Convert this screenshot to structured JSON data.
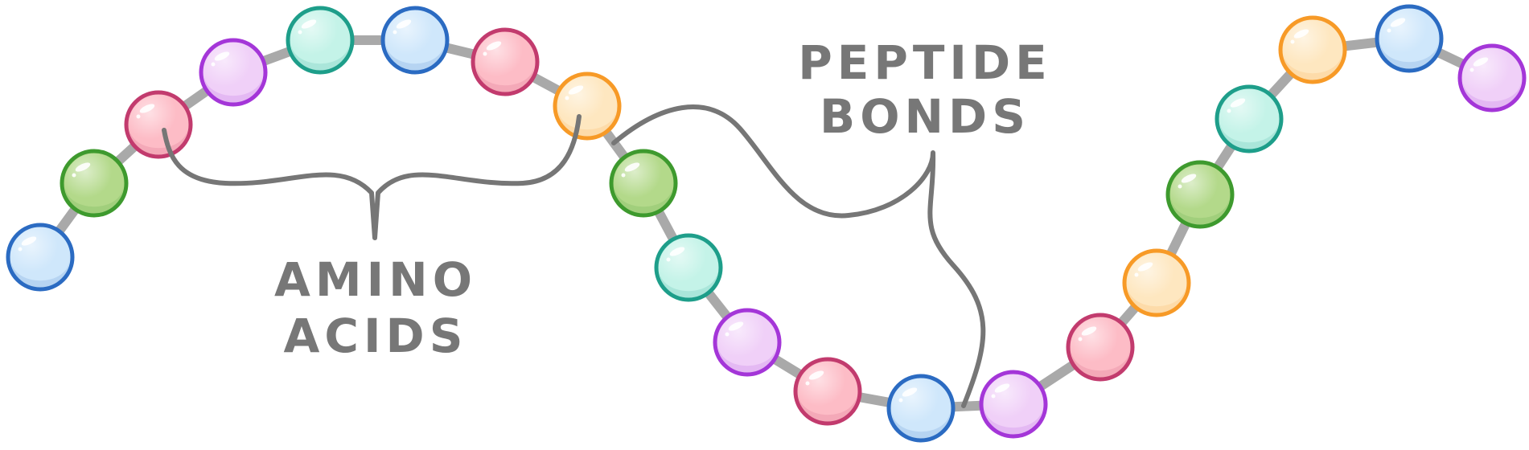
{
  "labels": {
    "amino_line1": "AMINO",
    "amino_line2": "ACIDS",
    "peptide_line1": "PEPTIDE",
    "peptide_line2": "BONDS"
  },
  "colors": {
    "chain": "#A9A9A9",
    "bracket": "#767676",
    "label": "#777777",
    "palette": {
      "blue": {
        "fill": "#CFE7FB",
        "stroke": "#2B6BC2"
      },
      "green": {
        "fill": "#B3D98A",
        "stroke": "#3E9A2E"
      },
      "pink": {
        "fill": "#FDBCC6",
        "stroke": "#C23B6E"
      },
      "purple": {
        "fill": "#F0D0F8",
        "stroke": "#A436D8"
      },
      "teal": {
        "fill": "#C4F3E8",
        "stroke": "#1E9E8A"
      },
      "orange": {
        "fill": "#FEE7C0",
        "stroke": "#F79A27"
      }
    }
  },
  "amino_acid_colors": [
    "blue",
    "green",
    "pink",
    "purple",
    "teal",
    "blue",
    "pink",
    "orange",
    "green",
    "teal",
    "purple",
    "pink",
    "blue",
    "purple",
    "pink",
    "orange",
    "green",
    "teal",
    "orange",
    "blue",
    "purple"
  ]
}
